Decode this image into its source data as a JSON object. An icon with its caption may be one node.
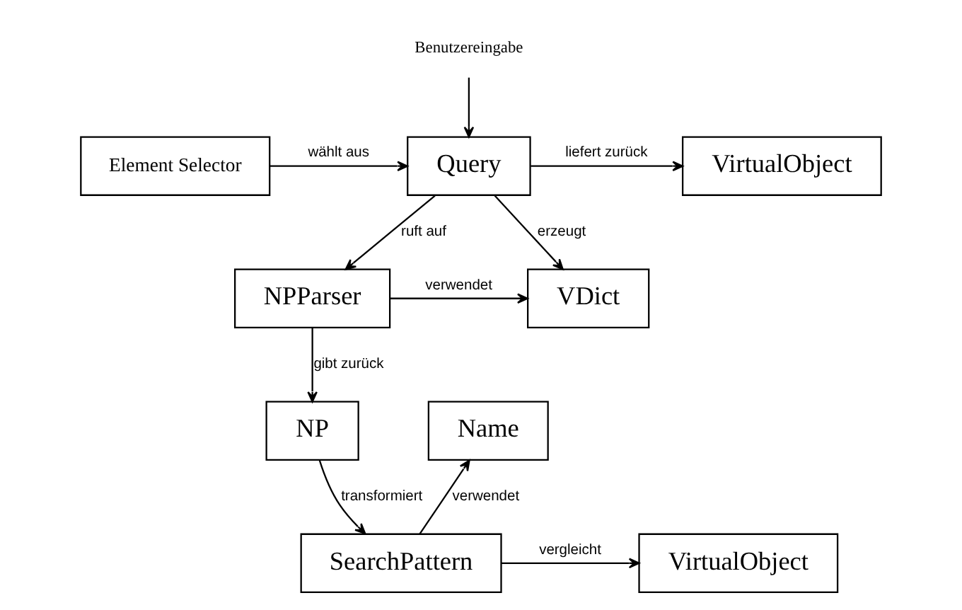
{
  "diagram": {
    "nodes": [
      {
        "text": [
          "Benutzereingabe"
        ]
      },
      {
        "text": [
          "Query"
        ]
      },
      {
        "text": [
          "VirtualObject"
        ]
      },
      {
        "text": [
          "Element Selector"
        ]
      },
      {
        "text": [
          "NPParser"
        ]
      },
      {
        "text": [
          "VDict"
        ]
      },
      {
        "text": [
          "NP"
        ]
      },
      {
        "text": [
          "Name"
        ]
      },
      {
        "text": [
          "SearchPattern"
        ]
      },
      {
        "text": [
          "VirtualObject"
        ]
      }
    ],
    "edges": [
      {
        "from": 0,
        "to": 1,
        "arrow": "to"
      },
      {
        "from": 1,
        "to": 2,
        "label": "liefert zurück",
        "arrow": "to"
      },
      {
        "from": 1,
        "to": 5,
        "label": "erzeugt",
        "arrow": "to"
      },
      {
        "from": 3,
        "to": 1,
        "label": "wählt aus",
        "arrow": "to"
      },
      {
        "from": 1,
        "to": 4,
        "label": "ruft auf",
        "arrow": "to"
      },
      {
        "from": 4,
        "to": 5,
        "label": "verwendet",
        "arrow": "to"
      },
      {
        "from": 4,
        "to": 6,
        "label": "gibt zurück",
        "arrow": "to"
      },
      {
        "from": 6,
        "to": 8,
        "label": "transformiert",
        "arrow": "to"
      },
      {
        "from": 8,
        "to": 7,
        "label": "verwendet",
        "arrow": "to"
      },
      {
        "from": 8,
        "to": 9,
        "label": "vergleicht",
        "arrow": "to"
      }
    ]
  }
}
